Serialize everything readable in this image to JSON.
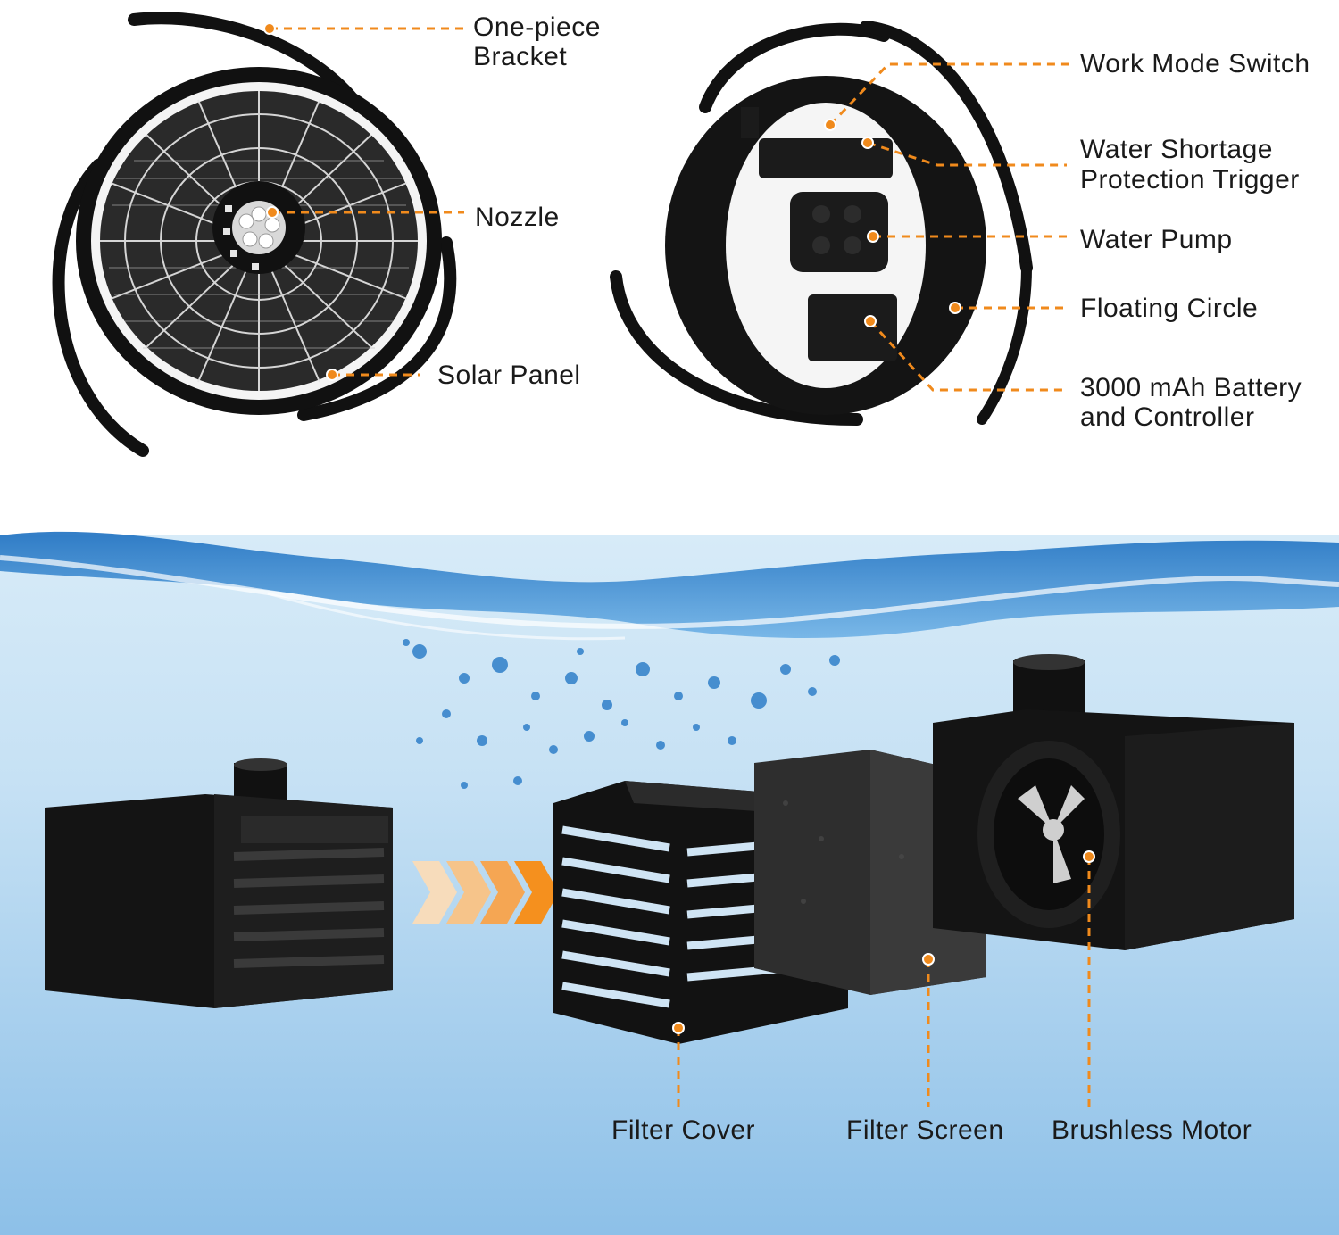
{
  "top_left": {
    "labels": {
      "bracket_line1": "One-piece",
      "bracket_line2": "Bracket",
      "nozzle": "Nozzle",
      "solar_panel": "Solar Panel"
    }
  },
  "top_right": {
    "labels": {
      "work_mode_switch": "Work Mode Switch",
      "water_shortage_line1": "Water Shortage",
      "water_shortage_line2": "Protection Trigger",
      "water_pump": "Water Pump",
      "floating_circle": "Floating Circle",
      "battery_line1": "3000 mAh Battery",
      "battery_line2": "and Controller"
    }
  },
  "bottom": {
    "labels": {
      "filter_cover": "Filter Cover",
      "filter_screen": "Filter Screen",
      "brushless_motor": "Brushless Motor"
    }
  },
  "colors": {
    "accent_orange": "#f08a1c",
    "water_light": "#cfe6f6",
    "water_deep": "#8ec3ea",
    "product_black": "#111111"
  }
}
